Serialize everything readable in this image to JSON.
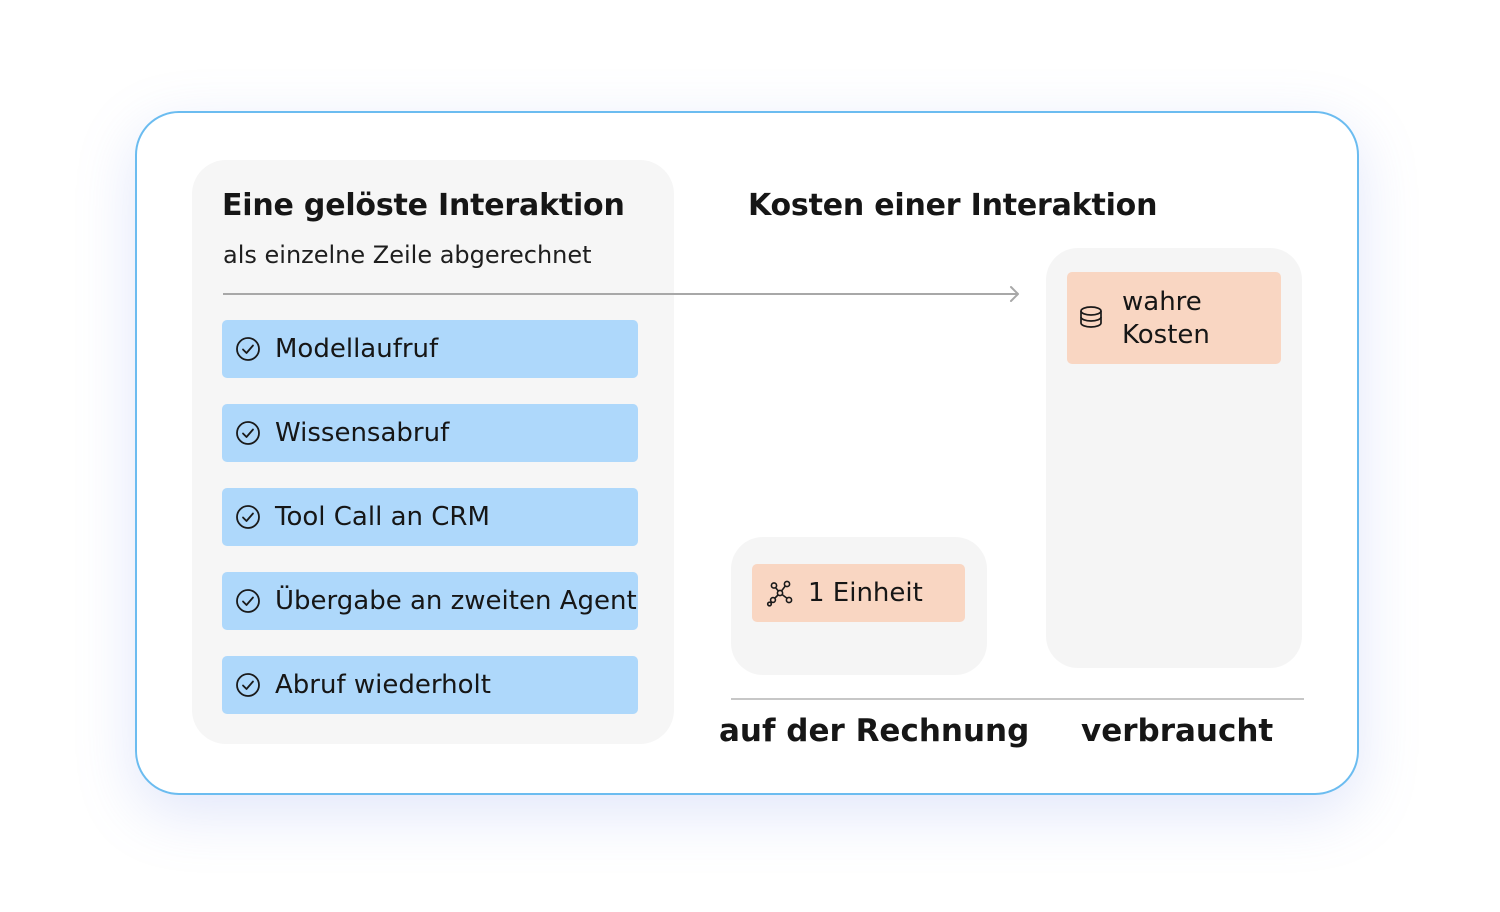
{
  "left_panel": {
    "title": "Eine gelöste Interaktion",
    "subtitle": "als einzelne Zeile abgerechnet",
    "steps": [
      {
        "label": "Modellaufruf",
        "icon": "check-circle-icon"
      },
      {
        "label": "Wissensabruf",
        "icon": "check-circle-icon"
      },
      {
        "label": "Tool Call an CRM",
        "icon": "check-circle-icon"
      },
      {
        "label": "Übergabe an zweiten Agent",
        "icon": "check-circle-icon"
      },
      {
        "label": "Abruf wiederholt",
        "icon": "check-circle-icon"
      }
    ]
  },
  "right_panel": {
    "title": "Kosten einer Interaktion",
    "invoice_chip": {
      "label": "1 Einheit",
      "icon": "network-nodes-icon"
    },
    "true_cost_chip": {
      "line1": "wahre",
      "line2": "Kosten",
      "icon": "database-stack-icon"
    },
    "columns": [
      {
        "label": "auf der Rechnung"
      },
      {
        "label": "verbraucht"
      }
    ]
  },
  "colors": {
    "frame_border": "#6bbcf0",
    "step_fill": "#aed8fb",
    "cost_chip_fill": "#f9d6c2",
    "panel_fill": "#f6f6f6",
    "arrow": "#a8a8a8"
  }
}
